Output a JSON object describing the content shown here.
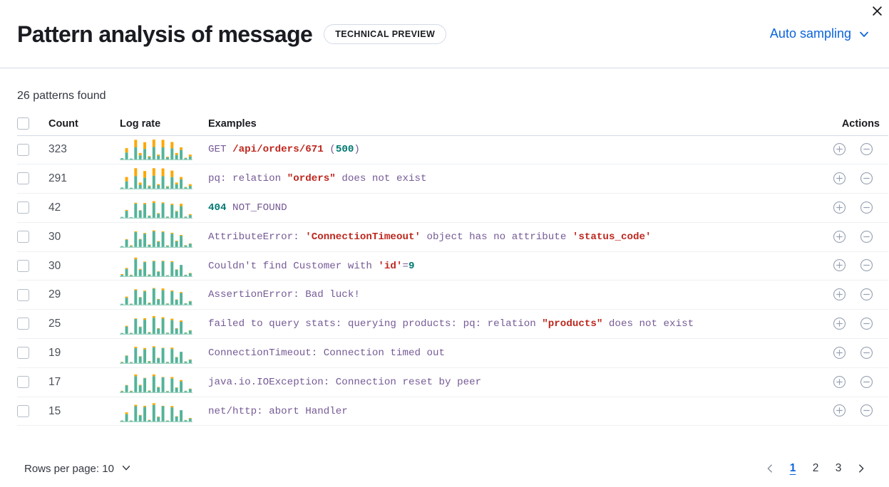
{
  "header": {
    "title": "Pattern analysis of message",
    "badge": "TECHNICAL PREVIEW",
    "sampling_label": "Auto sampling",
    "close_icon": "close-icon",
    "chevron_icon": "chevron-down-icon"
  },
  "summary": {
    "patterns_found": "26 patterns found"
  },
  "table": {
    "columns": {
      "select": "",
      "count": "Count",
      "log_rate": "Log rate",
      "examples": "Examples",
      "actions": "Actions"
    },
    "row_actions": {
      "add_label": "plus-in-circle-icon",
      "remove_label": "minus-in-circle-icon"
    },
    "rows": [
      {
        "count": "323",
        "example_plain": "GET /api/orders/671 (500)",
        "tokens": [
          {
            "t": "GET ",
            "c": "def"
          },
          {
            "t": "/api/orders/671",
            "c": "red"
          },
          {
            "t": " ",
            "c": "def"
          },
          {
            "t": "(",
            "c": "def"
          },
          {
            "t": "500",
            "c": "grn"
          },
          {
            "t": ")",
            "c": "def"
          }
        ],
        "spark": [
          {
            "a": 0.06,
            "b": 0.0
          },
          {
            "a": 0.34,
            "b": 0.22
          },
          {
            "a": 0.04,
            "b": 0.0
          },
          {
            "a": 0.6,
            "b": 0.38
          },
          {
            "a": 0.2,
            "b": 0.12
          },
          {
            "a": 0.52,
            "b": 0.34
          },
          {
            "a": 0.12,
            "b": 0.04
          },
          {
            "a": 0.62,
            "b": 0.37
          },
          {
            "a": 0.18,
            "b": 0.06
          },
          {
            "a": 0.6,
            "b": 0.38
          },
          {
            "a": 0.1,
            "b": 0.03
          },
          {
            "a": 0.55,
            "b": 0.32
          },
          {
            "a": 0.22,
            "b": 0.1
          },
          {
            "a": 0.47,
            "b": 0.13
          },
          {
            "a": 0.06,
            "b": 0.02
          },
          {
            "a": 0.14,
            "b": 0.1
          }
        ]
      },
      {
        "count": "291",
        "example_plain": "pq: relation \"orders\" does not exist",
        "tokens": [
          {
            "t": "pq: relation ",
            "c": "def"
          },
          {
            "t": "\"orders\"",
            "c": "red"
          },
          {
            "t": " does not exist",
            "c": "def"
          }
        ],
        "spark": [
          {
            "a": 0.05,
            "b": 0.0
          },
          {
            "a": 0.36,
            "b": 0.22
          },
          {
            "a": 0.04,
            "b": 0.0
          },
          {
            "a": 0.62,
            "b": 0.4
          },
          {
            "a": 0.19,
            "b": 0.11
          },
          {
            "a": 0.54,
            "b": 0.34
          },
          {
            "a": 0.11,
            "b": 0.04
          },
          {
            "a": 0.64,
            "b": 0.38
          },
          {
            "a": 0.17,
            "b": 0.05
          },
          {
            "a": 0.62,
            "b": 0.39
          },
          {
            "a": 0.09,
            "b": 0.03
          },
          {
            "a": 0.57,
            "b": 0.33
          },
          {
            "a": 0.21,
            "b": 0.09
          },
          {
            "a": 0.46,
            "b": 0.12
          },
          {
            "a": 0.06,
            "b": 0.02
          },
          {
            "a": 0.13,
            "b": 0.09
          }
        ]
      },
      {
        "count": "42",
        "example_plain": "404 NOT_FOUND",
        "tokens": [
          {
            "t": "404",
            "c": "grn"
          },
          {
            "t": " NOT_FOUND",
            "c": "def"
          }
        ],
        "spark": [
          {
            "a": 0.04,
            "b": 0.0
          },
          {
            "a": 0.34,
            "b": 0.05
          },
          {
            "a": 0.03,
            "b": 0.0
          },
          {
            "a": 0.7,
            "b": 0.05
          },
          {
            "a": 0.36,
            "b": 0.02
          },
          {
            "a": 0.68,
            "b": 0.06
          },
          {
            "a": 0.09,
            "b": 0.02
          },
          {
            "a": 0.74,
            "b": 0.09
          },
          {
            "a": 0.2,
            "b": 0.03
          },
          {
            "a": 0.72,
            "b": 0.05
          },
          {
            "a": 0.05,
            "b": 0.01
          },
          {
            "a": 0.64,
            "b": 0.06
          },
          {
            "a": 0.31,
            "b": 0.03
          },
          {
            "a": 0.58,
            "b": 0.12
          },
          {
            "a": 0.05,
            "b": 0.01
          },
          {
            "a": 0.13,
            "b": 0.05
          }
        ]
      },
      {
        "count": "30",
        "example_plain": "AttributeError: 'ConnectionTimeout' object has no attribute 'status_code'",
        "tokens": [
          {
            "t": "AttributeError: ",
            "c": "def"
          },
          {
            "t": "'ConnectionTimeout'",
            "c": "red"
          },
          {
            "t": " object has no attribute ",
            "c": "def"
          },
          {
            "t": "'status_code'",
            "c": "red"
          }
        ],
        "spark": [
          {
            "a": 0.04,
            "b": 0.0
          },
          {
            "a": 0.36,
            "b": 0.03
          },
          {
            "a": 0.05,
            "b": 0.03
          },
          {
            "a": 0.74,
            "b": 0.04
          },
          {
            "a": 0.38,
            "b": 0.02
          },
          {
            "a": 0.66,
            "b": 0.04
          },
          {
            "a": 0.1,
            "b": 0.02
          },
          {
            "a": 0.78,
            "b": 0.05
          },
          {
            "a": 0.26,
            "b": 0.03
          },
          {
            "a": 0.74,
            "b": 0.04
          },
          {
            "a": 0.06,
            "b": 0.02
          },
          {
            "a": 0.66,
            "b": 0.05
          },
          {
            "a": 0.28,
            "b": 0.03
          },
          {
            "a": 0.56,
            "b": 0.04
          },
          {
            "a": 0.07,
            "b": 0.02
          },
          {
            "a": 0.16,
            "b": 0.02
          }
        ]
      },
      {
        "count": "30",
        "example_plain": "Couldn't find Customer with 'id'=9",
        "tokens": [
          {
            "t": "Couldn't find Customer with ",
            "c": "def"
          },
          {
            "t": "'id'",
            "c": "red"
          },
          {
            "t": "=",
            "c": "def"
          },
          {
            "t": "9",
            "c": "grn"
          }
        ],
        "spark": [
          {
            "a": 0.06,
            "b": 0.04
          },
          {
            "a": 0.36,
            "b": 0.05
          },
          {
            "a": 0.05,
            "b": 0.02
          },
          {
            "a": 0.84,
            "b": 0.09
          },
          {
            "a": 0.32,
            "b": 0.04
          },
          {
            "a": 0.7,
            "b": 0.03
          },
          {
            "a": 0.07,
            "b": 0.02
          },
          {
            "a": 0.74,
            "b": 0.03
          },
          {
            "a": 0.22,
            "b": 0.02
          },
          {
            "a": 0.74,
            "b": 0.03
          },
          {
            "a": 0.04,
            "b": 0.01
          },
          {
            "a": 0.7,
            "b": 0.05
          },
          {
            "a": 0.32,
            "b": 0.02
          },
          {
            "a": 0.56,
            "b": 0.0
          },
          {
            "a": 0.06,
            "b": 0.01
          },
          {
            "a": 0.14,
            "b": 0.02
          }
        ]
      },
      {
        "count": "29",
        "example_plain": "AssertionError: Bad luck!",
        "tokens": [
          {
            "t": "AssertionError: Bad luck!",
            "c": "def"
          }
        ],
        "spark": [
          {
            "a": 0.04,
            "b": 0.0
          },
          {
            "a": 0.34,
            "b": 0.06
          },
          {
            "a": 0.04,
            "b": 0.01
          },
          {
            "a": 0.72,
            "b": 0.05
          },
          {
            "a": 0.36,
            "b": 0.02
          },
          {
            "a": 0.66,
            "b": 0.04
          },
          {
            "a": 0.08,
            "b": 0.02
          },
          {
            "a": 0.8,
            "b": 0.03
          },
          {
            "a": 0.26,
            "b": 0.02
          },
          {
            "a": 0.72,
            "b": 0.09
          },
          {
            "a": 0.05,
            "b": 0.01
          },
          {
            "a": 0.66,
            "b": 0.05
          },
          {
            "a": 0.24,
            "b": 0.02
          },
          {
            "a": 0.58,
            "b": 0.05
          },
          {
            "a": 0.06,
            "b": 0.01
          },
          {
            "a": 0.16,
            "b": 0.02
          }
        ]
      },
      {
        "count": "25",
        "example_plain": "failed to query stats: querying products: pq: relation \"products\" does not exist",
        "tokens": [
          {
            "t": "failed to query stats: querying products: pq: relation ",
            "c": "def"
          },
          {
            "t": "\"products\"",
            "c": "red"
          },
          {
            "t": " does not exist",
            "c": "def"
          }
        ],
        "spark": [
          {
            "a": 0.04,
            "b": 0.0
          },
          {
            "a": 0.36,
            "b": 0.04
          },
          {
            "a": 0.04,
            "b": 0.01
          },
          {
            "a": 0.74,
            "b": 0.03
          },
          {
            "a": 0.34,
            "b": 0.02
          },
          {
            "a": 0.7,
            "b": 0.08
          },
          {
            "a": 0.07,
            "b": 0.02
          },
          {
            "a": 0.8,
            "b": 0.09
          },
          {
            "a": 0.26,
            "b": 0.02
          },
          {
            "a": 0.76,
            "b": 0.07
          },
          {
            "a": 0.05,
            "b": 0.01
          },
          {
            "a": 0.68,
            "b": 0.08
          },
          {
            "a": 0.26,
            "b": 0.02
          },
          {
            "a": 0.6,
            "b": 0.07
          },
          {
            "a": 0.06,
            "b": 0.01
          },
          {
            "a": 0.16,
            "b": 0.02
          }
        ]
      },
      {
        "count": "19",
        "example_plain": "ConnectionTimeout: Connection timed out",
        "tokens": [
          {
            "t": "ConnectionTimeout: Connection timed out",
            "c": "def"
          }
        ],
        "spark": [
          {
            "a": 0.04,
            "b": 0.02
          },
          {
            "a": 0.36,
            "b": 0.02
          },
          {
            "a": 0.04,
            "b": 0.01
          },
          {
            "a": 0.74,
            "b": 0.07
          },
          {
            "a": 0.32,
            "b": 0.02
          },
          {
            "a": 0.68,
            "b": 0.07
          },
          {
            "a": 0.08,
            "b": 0.02
          },
          {
            "a": 0.78,
            "b": 0.06
          },
          {
            "a": 0.24,
            "b": 0.02
          },
          {
            "a": 0.74,
            "b": 0.02
          },
          {
            "a": 0.05,
            "b": 0.01
          },
          {
            "a": 0.7,
            "b": 0.07
          },
          {
            "a": 0.28,
            "b": 0.02
          },
          {
            "a": 0.56,
            "b": 0.0
          },
          {
            "a": 0.07,
            "b": 0.01
          },
          {
            "a": 0.16,
            "b": 0.02
          }
        ]
      },
      {
        "count": "17",
        "example_plain": "java.io.IOException: Connection reset by peer",
        "tokens": [
          {
            "t": "java.io.IOException: Connection reset by peer",
            "c": "def"
          }
        ],
        "spark": [
          {
            "a": 0.05,
            "b": 0.02
          },
          {
            "a": 0.34,
            "b": 0.02
          },
          {
            "a": 0.05,
            "b": 0.02
          },
          {
            "a": 0.8,
            "b": 0.09
          },
          {
            "a": 0.34,
            "b": 0.03
          },
          {
            "a": 0.7,
            "b": 0.02
          },
          {
            "a": 0.07,
            "b": 0.02
          },
          {
            "a": 0.8,
            "b": 0.09
          },
          {
            "a": 0.24,
            "b": 0.02
          },
          {
            "a": 0.74,
            "b": 0.02
          },
          {
            "a": 0.05,
            "b": 0.01
          },
          {
            "a": 0.68,
            "b": 0.08
          },
          {
            "a": 0.22,
            "b": 0.02
          },
          {
            "a": 0.54,
            "b": 0.07
          },
          {
            "a": 0.06,
            "b": 0.01
          },
          {
            "a": 0.16,
            "b": 0.02
          }
        ]
      },
      {
        "count": "15",
        "example_plain": "net/http: abort Handler",
        "tokens": [
          {
            "t": "net/http: abort Handler",
            "c": "def"
          }
        ],
        "spark": [
          {
            "a": 0.04,
            "b": 0.01
          },
          {
            "a": 0.36,
            "b": 0.09
          },
          {
            "a": 0.04,
            "b": 0.01
          },
          {
            "a": 0.76,
            "b": 0.07
          },
          {
            "a": 0.3,
            "b": 0.02
          },
          {
            "a": 0.72,
            "b": 0.06
          },
          {
            "a": 0.06,
            "b": 0.02
          },
          {
            "a": 0.82,
            "b": 0.09
          },
          {
            "a": 0.22,
            "b": 0.02
          },
          {
            "a": 0.76,
            "b": 0.02
          },
          {
            "a": 0.04,
            "b": 0.01
          },
          {
            "a": 0.7,
            "b": 0.07
          },
          {
            "a": 0.24,
            "b": 0.02
          },
          {
            "a": 0.56,
            "b": 0.0
          },
          {
            "a": 0.06,
            "b": 0.01
          },
          {
            "a": 0.14,
            "b": 0.03
          }
        ]
      }
    ]
  },
  "footer": {
    "rows_per_page": "Rows per page: 10",
    "prev_icon": "chevron-left-icon",
    "next_icon": "chevron-right-icon",
    "pages": [
      "1",
      "2",
      "3"
    ],
    "active_page": "1"
  },
  "colors": {
    "accent": "#0b64dd",
    "spark_base": "#54b399",
    "spark_top": "#fca800",
    "code_default": "#765b96",
    "code_string": "#bd271e",
    "code_number": "#007871",
    "border": "#d3dae6"
  }
}
